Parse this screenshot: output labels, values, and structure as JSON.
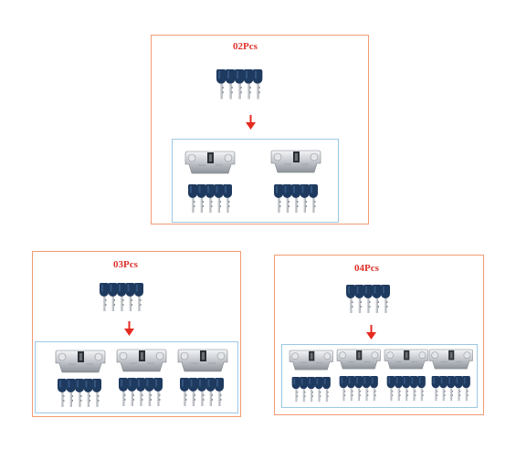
{
  "panels": [
    {
      "label": "02Pcs",
      "cylinders": 2
    },
    {
      "label": "03Pcs",
      "cylinders": 3
    },
    {
      "label": "04Pcs",
      "cylinders": 4
    }
  ],
  "colors": {
    "panel_border": "#f29b74",
    "inner_border": "#9cc8e6",
    "label": "#e0312b",
    "arrow": "#e62a1f",
    "key_head": "#1f3a5f",
    "cylinder": "#c9ccd1"
  },
  "icons": [
    "key-set-icon",
    "down-arrow-icon",
    "lock-cylinder-icon"
  ]
}
